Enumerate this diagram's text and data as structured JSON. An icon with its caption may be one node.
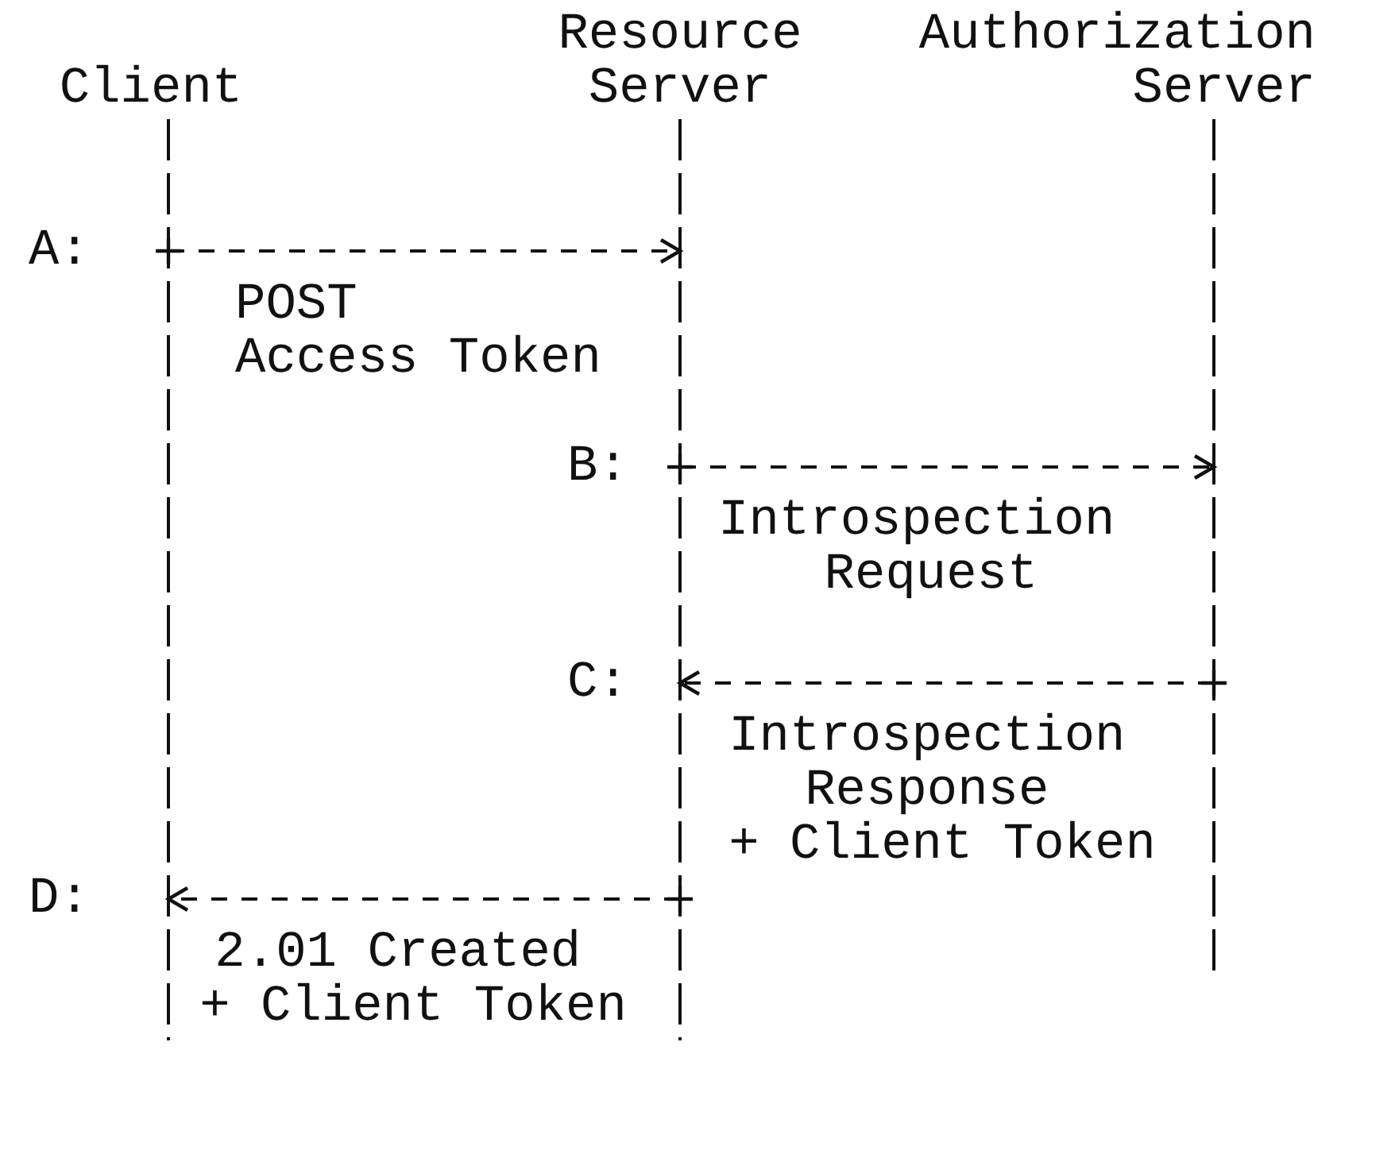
{
  "diagram": {
    "nodes": [
      {
        "text": [
          "Client"
        ]
      },
      {
        "text": [
          "Resource Server"
        ]
      },
      {
        "text": [
          "Authorization Server"
        ]
      }
    ],
    "edges": [
      {
        "from": 0,
        "to": 1,
        "arrow": "to",
        "label": "POST Access Token"
      },
      {
        "from": 1,
        "to": 2,
        "arrow": "to",
        "label": "Introspection Request"
      },
      {
        "from": 2,
        "to": 1,
        "arrow": "to",
        "label": "Introspection Response + Client Token"
      },
      {
        "from": 1,
        "to": 0,
        "arrow": "to",
        "label": "2.01 Created + Client Token"
      }
    ],
    "labels": [
      "A:",
      "B:",
      "C:",
      "D:"
    ]
  }
}
